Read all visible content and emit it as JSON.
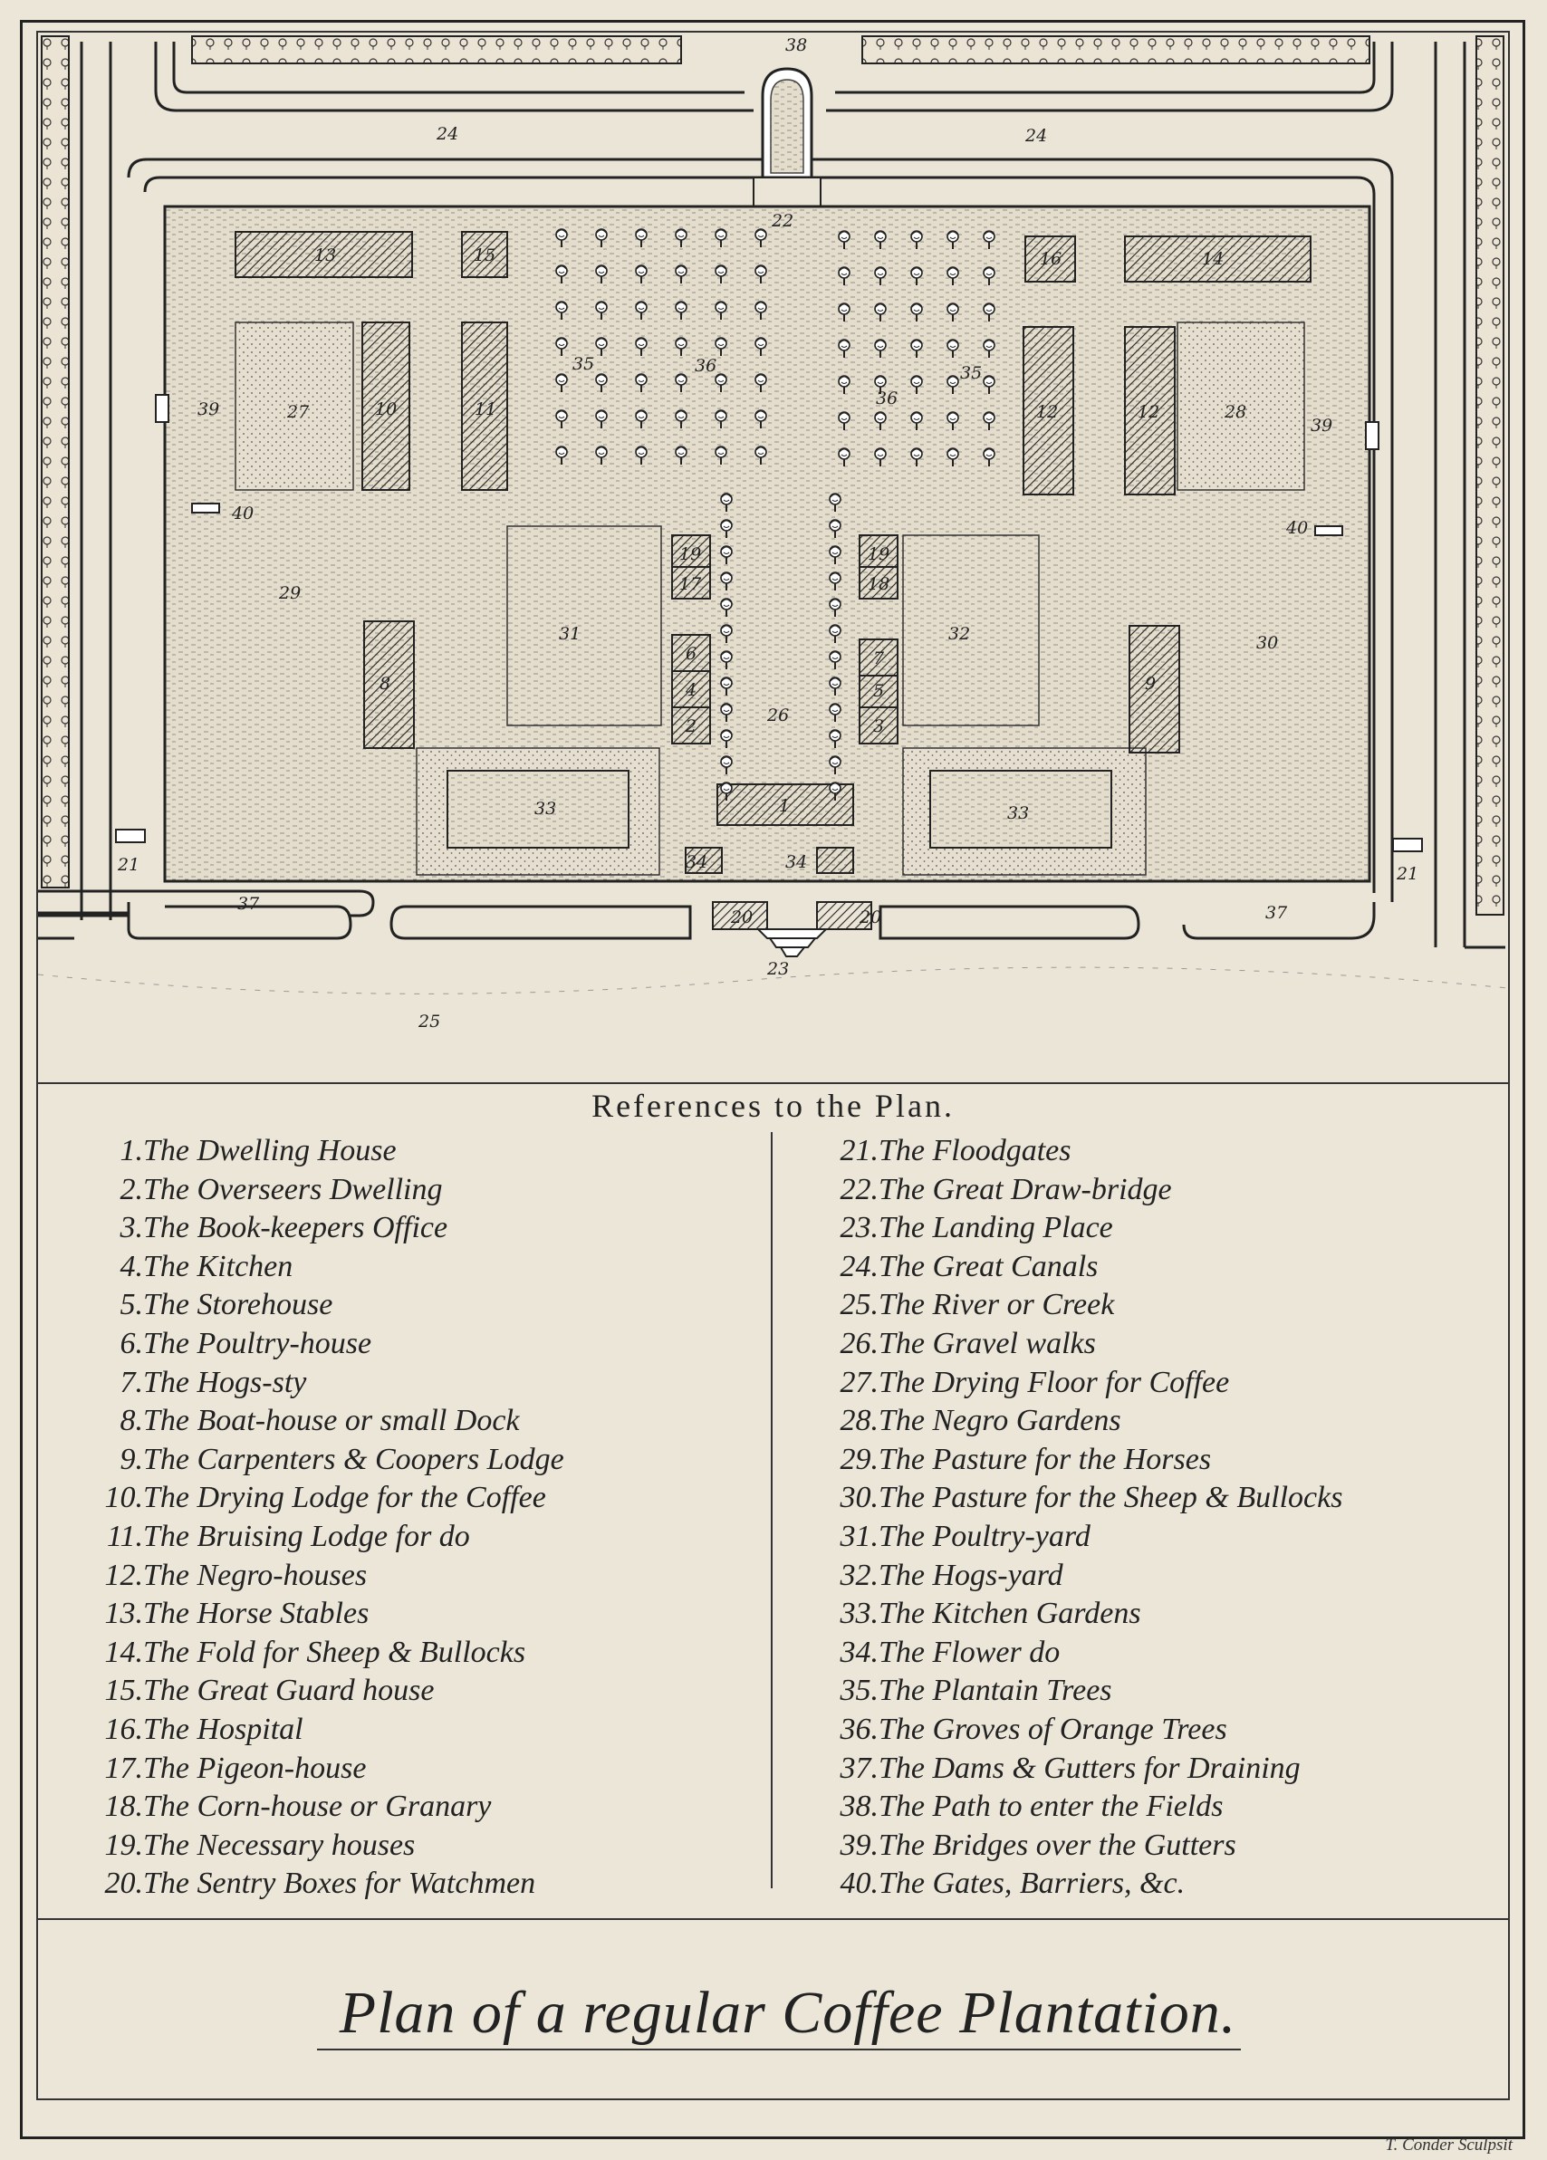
{
  "plan_labels": {
    "n1": "1",
    "n2": "2",
    "n3": "3",
    "n4": "4",
    "n5": "5",
    "n6": "6",
    "n7": "7",
    "n8": "8",
    "n9": "9",
    "n10": "10",
    "n11": "11",
    "n12a": "12",
    "n12b": "12",
    "n13": "13",
    "n14": "14",
    "n15": "15",
    "n16": "16",
    "n17": "17",
    "n18": "18",
    "n19a": "19",
    "n19b": "19",
    "n20a": "20",
    "n20b": "20",
    "n21a": "21",
    "n21b": "21",
    "n22": "22",
    "n23": "23",
    "n24a": "24",
    "n24b": "24",
    "n25": "25",
    "n26": "26",
    "n27": "27",
    "n28": "28",
    "n29": "29",
    "n30": "30",
    "n31": "31",
    "n32": "32",
    "n33a": "33",
    "n33b": "33",
    "n34a": "34",
    "n34b": "34",
    "n35a": "35",
    "n35b": "35",
    "n36a": "36",
    "n36b": "36",
    "n37a": "37",
    "n37b": "37",
    "n38": "38",
    "n39a": "39",
    "n39b": "39",
    "n40a": "40",
    "n40b": "40"
  },
  "references": {
    "title": "References to the Plan.",
    "left": [
      {
        "num": "1.",
        "text": "The Dwelling House"
      },
      {
        "num": "2.",
        "text": "The Overseers Dwelling"
      },
      {
        "num": "3.",
        "text": "The Book-keepers Office"
      },
      {
        "num": "4.",
        "text": "The Kitchen"
      },
      {
        "num": "5.",
        "text": "The Storehouse"
      },
      {
        "num": "6.",
        "text": "The Poultry-house"
      },
      {
        "num": "7.",
        "text": "The Hogs-sty"
      },
      {
        "num": "8.",
        "text": "The Boat-house or small Dock"
      },
      {
        "num": "9.",
        "text": "The Carpenters & Coopers Lodge"
      },
      {
        "num": "10.",
        "text": "The Drying Lodge for the Coffee"
      },
      {
        "num": "11.",
        "text": "The Bruising Lodge for do"
      },
      {
        "num": "12.",
        "text": "The Negro-houses"
      },
      {
        "num": "13.",
        "text": "The Horse Stables"
      },
      {
        "num": "14.",
        "text": "The Fold for Sheep & Bullocks"
      },
      {
        "num": "15.",
        "text": "The Great Guard house"
      },
      {
        "num": "16.",
        "text": "The Hospital"
      },
      {
        "num": "17.",
        "text": "The Pigeon-house"
      },
      {
        "num": "18.",
        "text": "The Corn-house or Granary"
      },
      {
        "num": "19.",
        "text": "The Necessary houses"
      },
      {
        "num": "20.",
        "text": "The Sentry Boxes for Watchmen"
      }
    ],
    "right": [
      {
        "num": "21.",
        "text": "The Floodgates"
      },
      {
        "num": "22.",
        "text": "The Great Draw-bridge"
      },
      {
        "num": "23.",
        "text": "The Landing Place"
      },
      {
        "num": "24.",
        "text": "The Great Canals"
      },
      {
        "num": "25.",
        "text": "The River or Creek"
      },
      {
        "num": "26.",
        "text": "The Gravel walks"
      },
      {
        "num": "27.",
        "text": "The Drying Floor for Coffee"
      },
      {
        "num": "28.",
        "text": "The Negro Gardens"
      },
      {
        "num": "29.",
        "text": "The Pasture for the Horses"
      },
      {
        "num": "30.",
        "text": "The Pasture for the Sheep & Bullocks"
      },
      {
        "num": "31.",
        "text": "The Poultry-yard"
      },
      {
        "num": "32.",
        "text": "The Hogs-yard"
      },
      {
        "num": "33.",
        "text": "The Kitchen Gardens"
      },
      {
        "num": "34.",
        "text": "The Flower do"
      },
      {
        "num": "35.",
        "text": "The Plantain Trees"
      },
      {
        "num": "36.",
        "text": "The Groves of Orange Trees"
      },
      {
        "num": "37.",
        "text": "The Dams & Gutters for Draining"
      },
      {
        "num": "38.",
        "text": "The Path to enter the Fields"
      },
      {
        "num": "39.",
        "text": "The Bridges over the Gutters"
      },
      {
        "num": "40.",
        "text": "The Gates, Barriers, &c."
      }
    ]
  },
  "plan_title": "Plan of a regular Coffee Plantation.",
  "signature": "T. Conder Sculpsit"
}
